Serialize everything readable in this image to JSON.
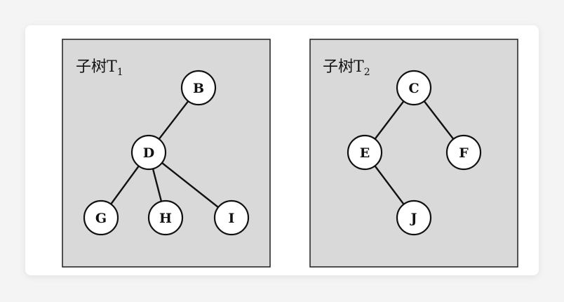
{
  "panels": [
    {
      "title": "子树T",
      "title_subscript": "1",
      "nodes": [
        {
          "id": "B",
          "label": "B"
        },
        {
          "id": "D",
          "label": "D"
        },
        {
          "id": "G",
          "label": "G"
        },
        {
          "id": "H",
          "label": "H"
        },
        {
          "id": "I",
          "label": "I"
        }
      ],
      "edges": [
        [
          "B",
          "D"
        ],
        [
          "D",
          "G"
        ],
        [
          "D",
          "H"
        ],
        [
          "D",
          "I"
        ]
      ]
    },
    {
      "title": "子树T",
      "title_subscript": "2",
      "nodes": [
        {
          "id": "C",
          "label": "C"
        },
        {
          "id": "E",
          "label": "E"
        },
        {
          "id": "F",
          "label": "F"
        },
        {
          "id": "J",
          "label": "J"
        }
      ],
      "edges": [
        [
          "C",
          "E"
        ],
        [
          "C",
          "F"
        ],
        [
          "E",
          "J"
        ]
      ]
    }
  ],
  "colors": {
    "panel_fill": "#d9d9d9",
    "line": "#111111",
    "node_fill": "#ffffff"
  }
}
